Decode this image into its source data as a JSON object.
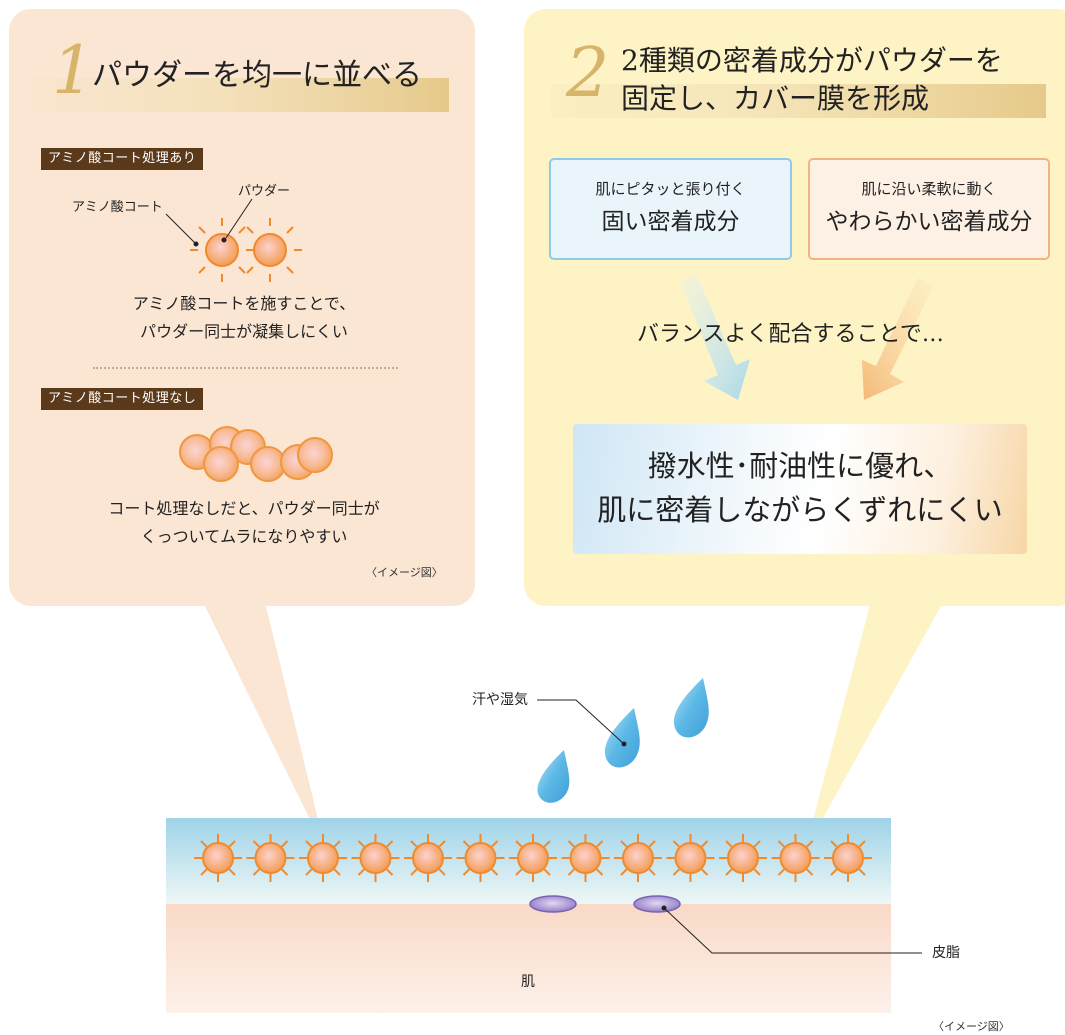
{
  "panel1": {
    "number": "1",
    "title": "パウダーを均一に並べる",
    "with_coat": {
      "tag": "アミノ酸コート処理あり",
      "label_coat": "アミノ酸コート",
      "label_powder": "パウダー",
      "caption_line1": "アミノ酸コートを施すことで、",
      "caption_line2": "パウダー同士が凝集しにくい"
    },
    "without_coat": {
      "tag": "アミノ酸コート処理なし",
      "caption_line1": "コート処理なしだと、パウダー同士が",
      "caption_line2": "くっついてムラになりやすい"
    },
    "image_note": "〈イメージ図〉"
  },
  "panel2": {
    "number": "2",
    "title_line1": "2種類の密着成分がパウダーを",
    "title_line2": "固定し、カバー膜を形成",
    "box_hard": {
      "small": "肌にピタッと張り付く",
      "big": "固い密着成分"
    },
    "box_soft": {
      "small": "肌に沿い柔軟に動く",
      "big": "やわらかい密着成分"
    },
    "balance_text": "バランスよく配合することで…",
    "result_line1": "撥水性･耐油性に優れ、",
    "result_line2": "肌に密着しながらくずれにくい"
  },
  "bottom": {
    "label_sweat": "汗や湿気",
    "label_sebum": "皮脂",
    "label_skin": "肌",
    "image_note": "〈イメージ図〉"
  },
  "colors": {
    "panel1_bg": "#fbe5d3",
    "panel2_bg": "#fdf3c4",
    "powder_fill": "#f5a65a",
    "powder_stroke": "#ef8a2e",
    "droplet": "#5cb8e6",
    "sebum": "#8d78c2",
    "film_top": "#a9d8ea",
    "skin": "#fbe6d8",
    "gold": "#d8b46a"
  }
}
